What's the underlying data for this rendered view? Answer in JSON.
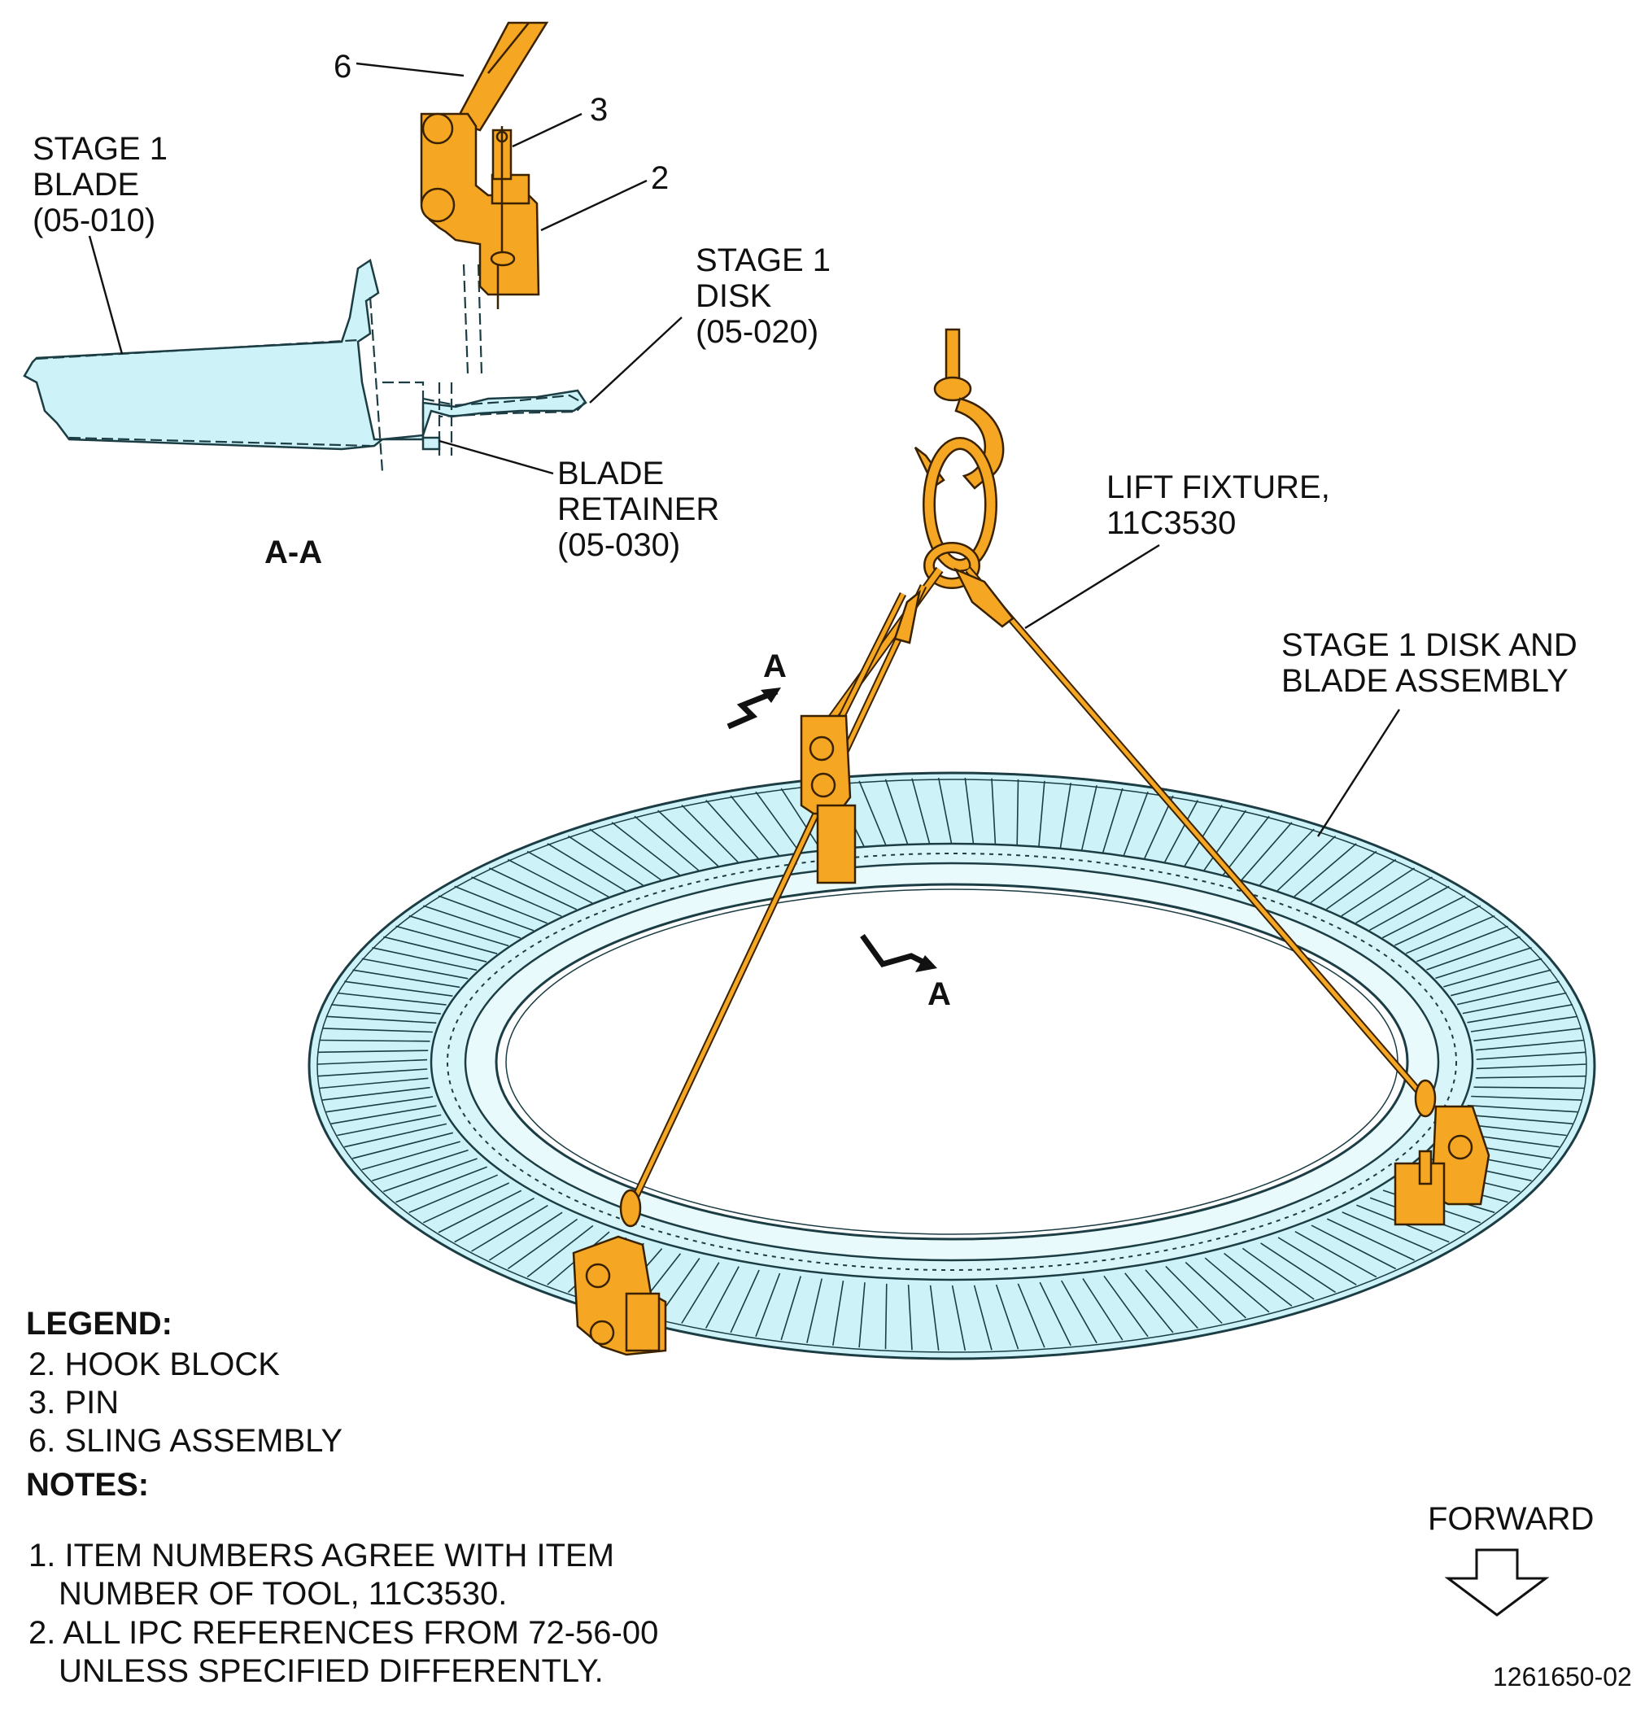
{
  "section_view": {
    "title": "A-A",
    "callouts": {
      "item_6": "6",
      "item_3": "3",
      "item_2": "2"
    },
    "stage1_blade": [
      "STAGE 1",
      "BLADE",
      "(05-010)"
    ],
    "stage1_disk": [
      "STAGE 1",
      "DISK",
      "(05-020)"
    ],
    "blade_retainer": [
      "BLADE",
      "RETAINER",
      "(05-030)"
    ]
  },
  "main_view": {
    "lift_fixture": [
      "LIFT FIXTURE,",
      "11C3530"
    ],
    "assembly": [
      "STAGE 1 DISK AND",
      "BLADE ASSEMBLY"
    ],
    "section_marker": "A"
  },
  "legend": {
    "title": "LEGEND:",
    "items": [
      "2. HOOK BLOCK",
      "3. PIN",
      "6. SLING ASSEMBLY"
    ]
  },
  "notes": {
    "title": "NOTES:",
    "items": [
      [
        "1. ITEM NUMBERS AGREE WITH ITEM",
        "NUMBER OF TOOL, 11C3530."
      ],
      [
        "2. ALL IPC REFERENCES FROM 72-56-00",
        "UNLESS SPECIFIED DIFFERENTLY."
      ]
    ]
  },
  "forward_label": "FORWARD",
  "figure_number": "1261650-02",
  "colors": {
    "tooling": "#f5a623",
    "assembly": "#cdf3f8",
    "outline": "#1c3d44"
  }
}
